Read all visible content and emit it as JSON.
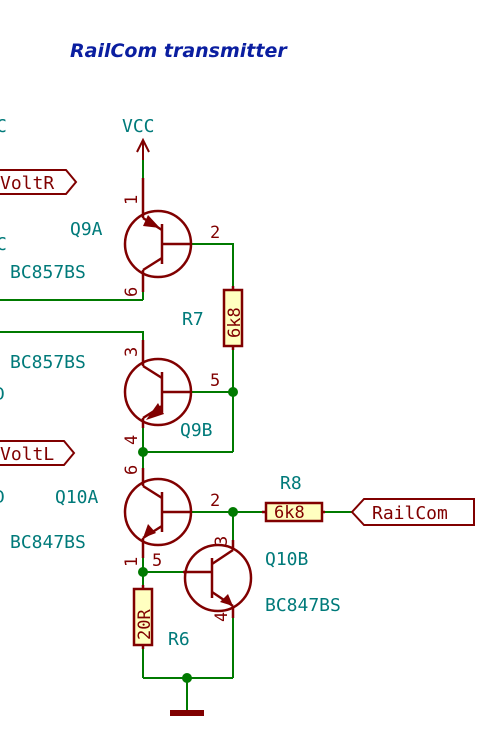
{
  "title": "RailCom transmitter",
  "power": {
    "vcc": "VCC"
  },
  "labels": {
    "left_vcc_partial": "C",
    "left_c2_partial": "C",
    "left_d1_partial": "D",
    "left_d2_partial": "D",
    "voltr": "VoltR",
    "voltl": "VoltL",
    "railcom": "RailCom"
  },
  "components": {
    "q9a": {
      "ref": "Q9A",
      "value": "BC857BS",
      "pins": [
        "1",
        "2",
        "6"
      ]
    },
    "q9b": {
      "ref": "Q9B",
      "value": "BC857BS",
      "pins": [
        "3",
        "5",
        "4"
      ]
    },
    "q10a": {
      "ref": "Q10A",
      "value": "BC847BS",
      "pins": [
        "6",
        "2",
        "1"
      ]
    },
    "q10b": {
      "ref": "Q10B",
      "value": "BC847BS",
      "pins": [
        "3",
        "5",
        "4"
      ]
    },
    "r7": {
      "ref": "R7",
      "value": "6k8"
    },
    "r8": {
      "ref": "R8",
      "value": "6k8"
    },
    "r6": {
      "ref": "R6",
      "value": "20R"
    }
  },
  "colors": {
    "wire": "#007a00",
    "symbol": "#800000",
    "label": "#007a7a",
    "title": "#0a1ea0",
    "resistor_fill": "#ffffc0"
  }
}
